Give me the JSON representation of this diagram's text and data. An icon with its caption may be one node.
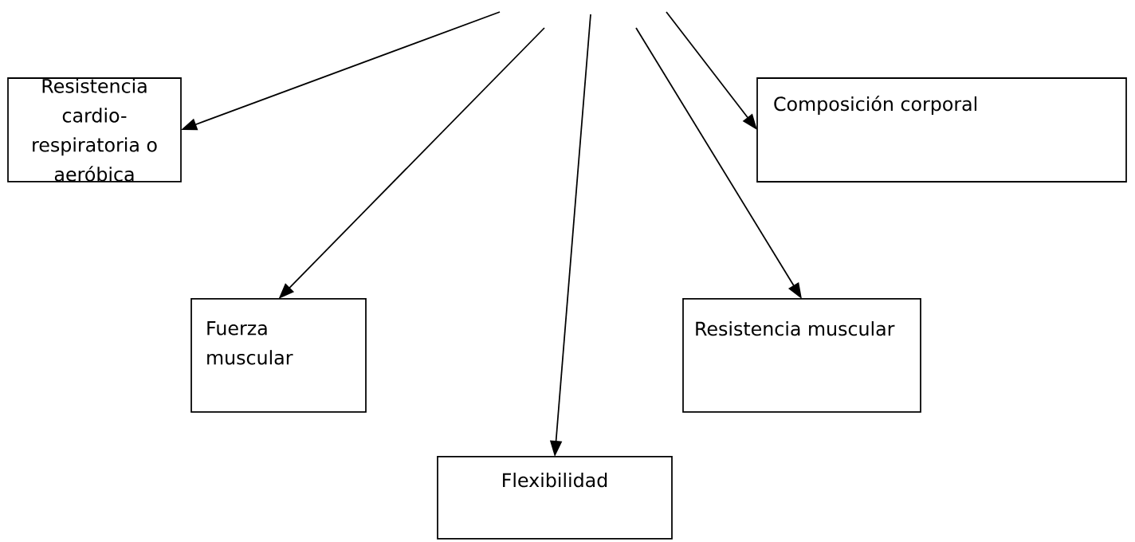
{
  "diagram": {
    "nodes": [
      {
        "text": [
          "Resistencia cardio-respiratoria o aeróbica"
        ]
      },
      {
        "text": [
          "Composición corporal"
        ]
      },
      {
        "text": [
          "Fuerza muscular"
        ]
      },
      {
        "text": [
          "Resistencia muscular"
        ]
      },
      {
        "text": [
          "Flexibilidad"
        ]
      }
    ],
    "edges": [
      {
        "from": null,
        "to": 0,
        "arrow": "to"
      },
      {
        "from": null,
        "to": 2,
        "arrow": "to"
      },
      {
        "from": null,
        "to": 4,
        "arrow": "to"
      },
      {
        "from": null,
        "to": 3,
        "arrow": "to"
      },
      {
        "from": null,
        "to": 1,
        "arrow": "to"
      }
    ]
  }
}
